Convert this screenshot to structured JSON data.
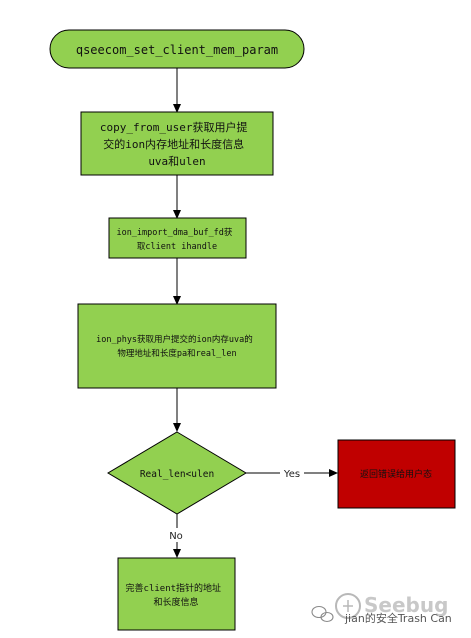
{
  "diagram": {
    "nodes": {
      "start": {
        "shape": "rounded",
        "fill": "#92d050",
        "lines": [
          "qseecom_set_client_mem_param"
        ]
      },
      "copy": {
        "shape": "rect",
        "fill": "#92d050",
        "lines": [
          "copy_from_user获取用户提",
          "交的ion内存地址和长度信息",
          "uva和ulen"
        ]
      },
      "import": {
        "shape": "rect",
        "fill": "#92d050",
        "lines": [
          "ion_import_dma_buf_fd获",
          "取client ihandle"
        ]
      },
      "phys": {
        "shape": "rect",
        "fill": "#92d050",
        "lines": [
          "ion_phys获取用户提交的ion内存uva的",
          "物理地址和长度pa和real_len"
        ]
      },
      "decision": {
        "shape": "diamond",
        "fill": "#92d050",
        "lines": [
          "Real_len<ulen"
        ]
      },
      "error": {
        "shape": "rect",
        "fill": "#c00000",
        "lines": [
          "返回错误给用户态"
        ]
      },
      "complete": {
        "shape": "rect",
        "fill": "#92d050",
        "lines": [
          "完善client指针的地址",
          "和长度信息"
        ]
      }
    },
    "edges": {
      "yes_label": "Yes",
      "no_label": "No"
    }
  },
  "watermark": {
    "text": "jian的安全Trash Can",
    "logo": "Seebug",
    "icon": "wechat-icon"
  }
}
